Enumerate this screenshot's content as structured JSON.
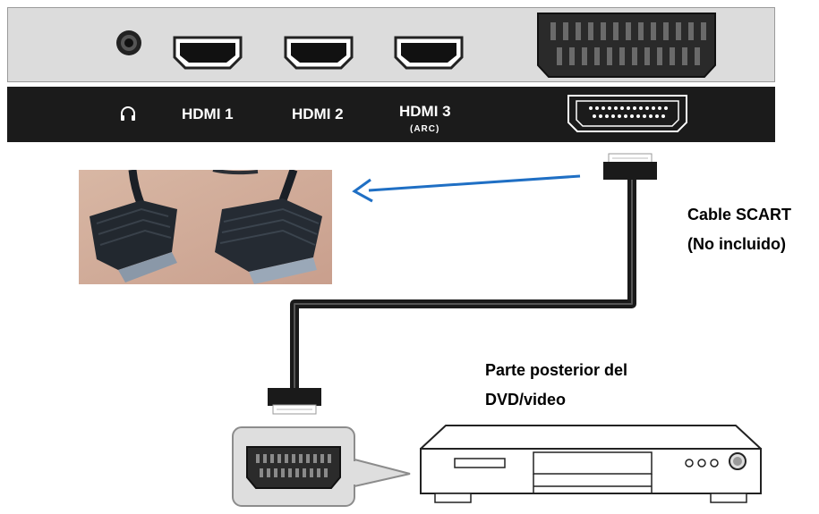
{
  "tv_panel": {
    "headphone_label_icon": "headphone-icon",
    "ports": [
      {
        "label": "HDMI 1",
        "sublabel": ""
      },
      {
        "label": "HDMI 2",
        "sublabel": ""
      },
      {
        "label": "HDMI 3",
        "sublabel": "(ARC)"
      }
    ]
  },
  "cable": {
    "line1": "Cable SCART",
    "line2": "(No incluido)"
  },
  "device": {
    "line1": "Parte posterior del",
    "line2": "DVD/video"
  },
  "colors": {
    "panel": "#dcdcdc",
    "strip": "#1b1b1b",
    "arrow": "#1f6fc4",
    "cable": "#111111",
    "background": "#ffffff"
  }
}
